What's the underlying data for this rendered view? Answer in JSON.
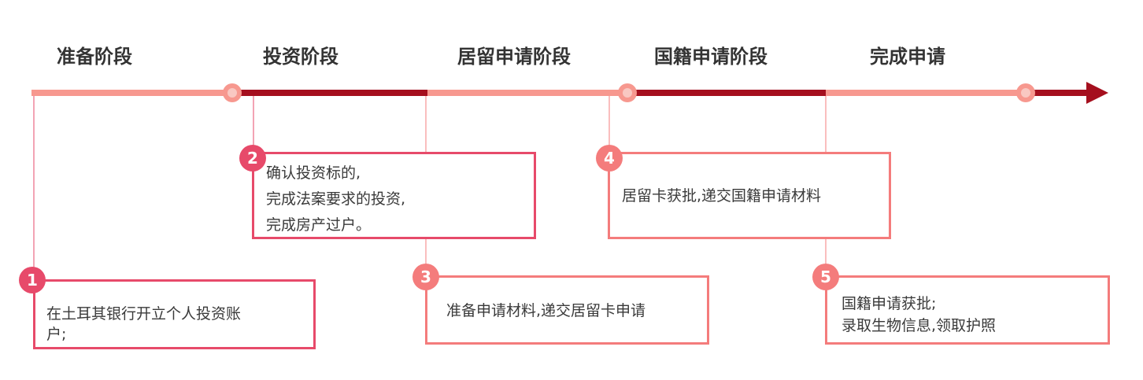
{
  "stages": [
    "准备阶段",
    "投资阶段",
    "居留申请阶段",
    "国籍申请阶段",
    "完成申请"
  ],
  "steps": [
    {
      "number": "1",
      "lines": [
        "在土耳其银行开立个人投资账",
        "户;"
      ]
    },
    {
      "number": "2",
      "lines": [
        "确认投资标的,",
        "完成法案要求的投资,",
        "完成房产过户。"
      ]
    },
    {
      "number": "3",
      "lines": [
        "准备申请材料,递交居留卡申请"
      ]
    },
    {
      "number": "4",
      "lines": [
        "居留卡获批,递交国籍申请材料"
      ]
    },
    {
      "number": "5",
      "lines": [
        "国籍申请获批;",
        "录取生物信息,领取护照"
      ]
    }
  ],
  "colors": {
    "dark": "#a50f1e",
    "light": "#f7988f",
    "pink": "#e74a6a",
    "salmon": "#f47c7c"
  }
}
